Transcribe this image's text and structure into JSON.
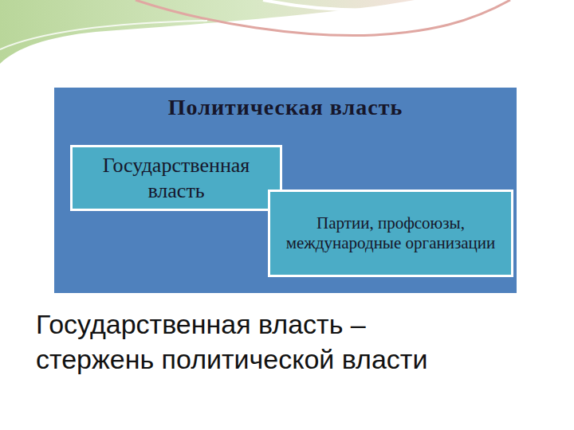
{
  "diagram": {
    "caption": "Государственная власть – стержень политической власти",
    "nodes": [
      {
        "text": [
          "Политическая власть"
        ]
      },
      {
        "text": [
          "Государственная власть"
        ],
        "in": 0
      },
      {
        "text": [
          "Партии, профсоюзы, международные организации"
        ],
        "in": 0
      }
    ]
  }
}
